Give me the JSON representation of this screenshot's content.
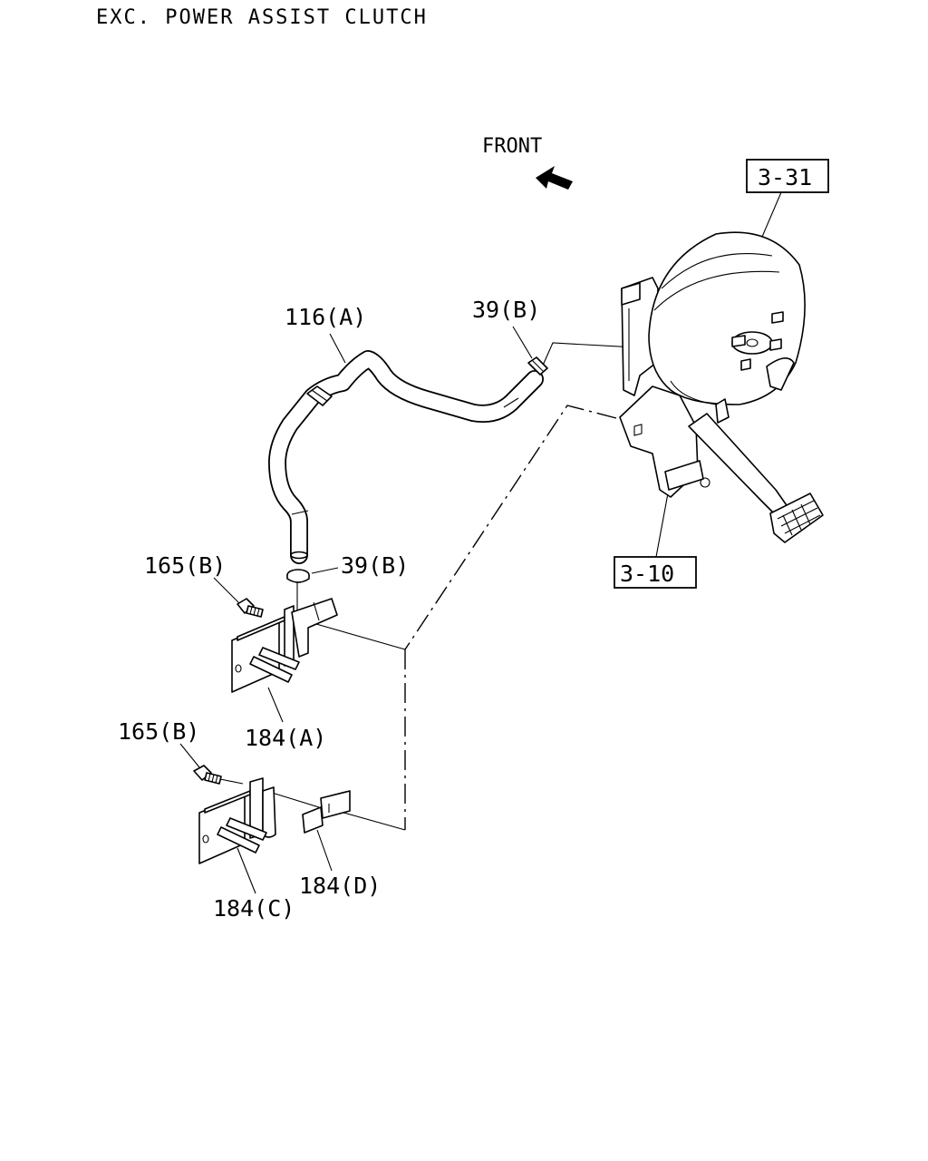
{
  "title": "EXC. POWER ASSIST CLUTCH",
  "front_label": "FRONT",
  "callouts": {
    "hose": "116(A)",
    "clip_top": "39(B)",
    "clip_mid": "39(B)",
    "bolt_upper": "165(B)",
    "bolt_lower": "165(B)",
    "bracket_a": "184(A)",
    "bracket_c": "184(C)",
    "bracket_d": "184(D)"
  },
  "references": {
    "booster": "3-31",
    "pedal": "3-10"
  }
}
